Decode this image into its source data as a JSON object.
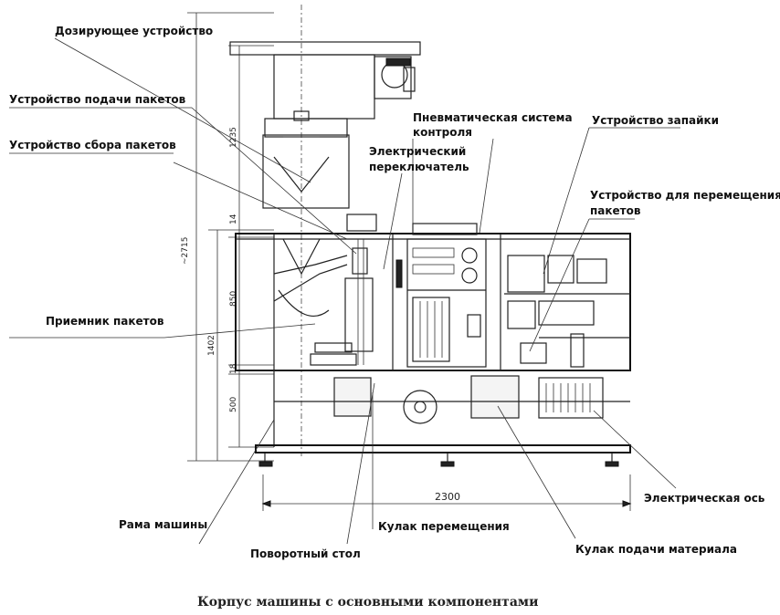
{
  "labels": {
    "dosing_device": "Дозирующее устройство",
    "bag_feeding_device": "Устройство подачи пакетов",
    "bag_collecting_device": "Устройство сбора пакетов",
    "pneumatic_control_system_line1": "Пневматическая система",
    "pneumatic_control_system_line2": "контроля",
    "electric_switch_line1": "Электрический",
    "electric_switch_line2": "переключатель",
    "sealing_device": "Устройство запайки",
    "bag_transfer_device_line1": "Устройство для перемещения",
    "bag_transfer_device_line2": "пакетов",
    "bag_receiver": "Приемник пакетов",
    "electric_axis": "Электрическая ось",
    "machine_frame": "Рама машины",
    "transfer_cam": "Кулак перемещения",
    "rotary_table": "Поворотный стол",
    "material_feed_cam": "Кулак подачи материала"
  },
  "dimensions": {
    "total_height": "~2715",
    "upper_height": "1235",
    "gap_top": "14",
    "middle_height": "850",
    "lower_height": "1402",
    "gap_bottom": "18",
    "base_height": "500",
    "total_width": "2300"
  },
  "caption": "Корпус машины с основными компонентами"
}
